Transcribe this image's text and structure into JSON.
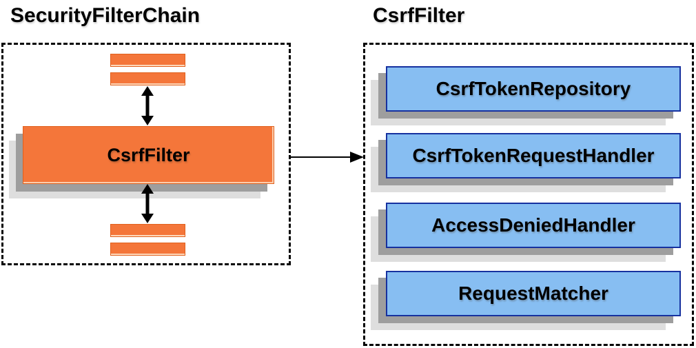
{
  "diagram": {
    "left_panel": {
      "title": "SecurityFilterChain",
      "csrf_filter_label": "CsrfFilter"
    },
    "right_panel": {
      "title": "CsrfFilter",
      "components": [
        "CsrfTokenRepository",
        "CsrfTokenRequestHandler",
        "AccessDeniedHandler",
        "RequestMatcher"
      ]
    },
    "colors": {
      "filter_orange": "#f4763a",
      "component_blue": "#87bef2",
      "component_border_navy": "#16319f",
      "shadow_dark_gray": "#9e9e9e",
      "shadow_light_gray": "#dedede",
      "outline_black": "#000000"
    }
  }
}
